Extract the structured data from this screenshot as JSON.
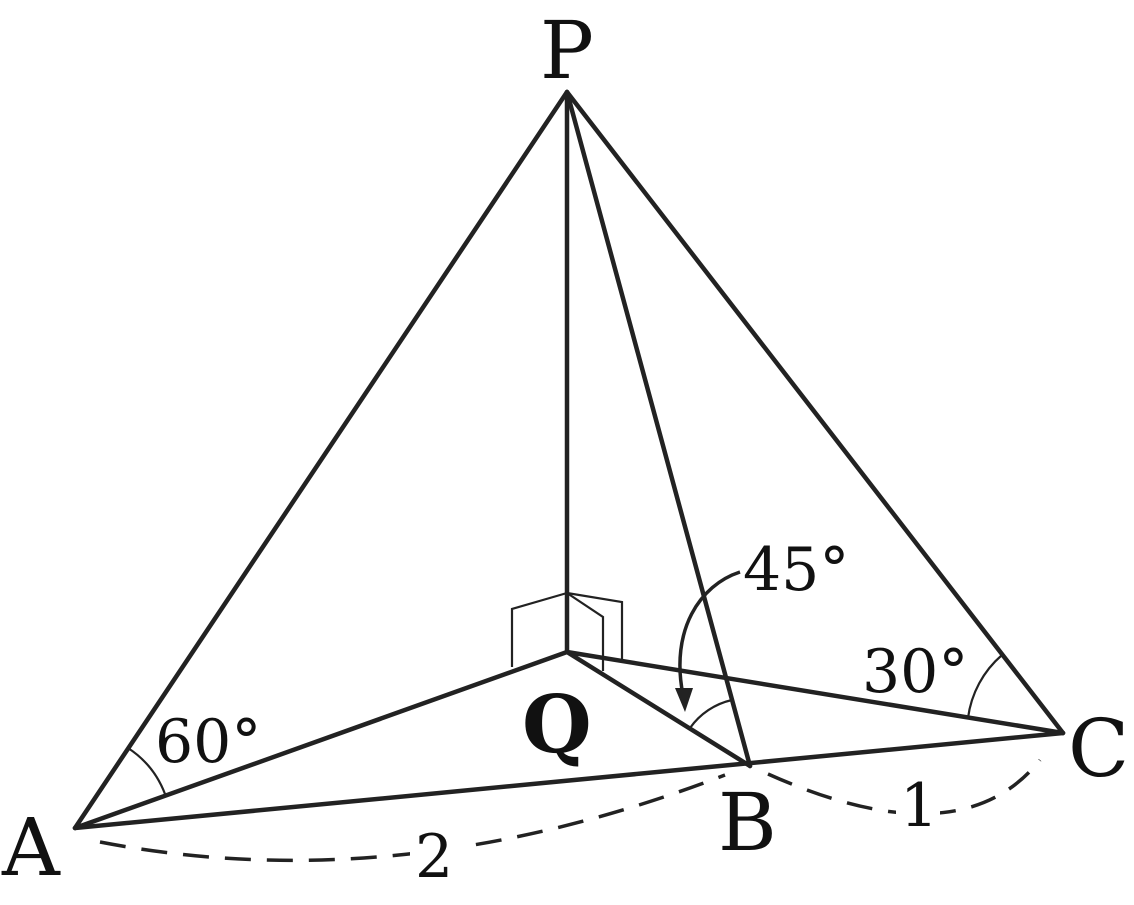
{
  "diagram": {
    "points": {
      "P": "P",
      "Q": "Q",
      "A": "A",
      "B": "B",
      "C": "C"
    },
    "angles": {
      "at_A": "60°",
      "at_B": "45°",
      "at_C": "30°"
    },
    "lengths": {
      "AB": "2",
      "BC": "1"
    },
    "colors": {
      "stroke": "#222222",
      "background": "#ffffff"
    }
  }
}
